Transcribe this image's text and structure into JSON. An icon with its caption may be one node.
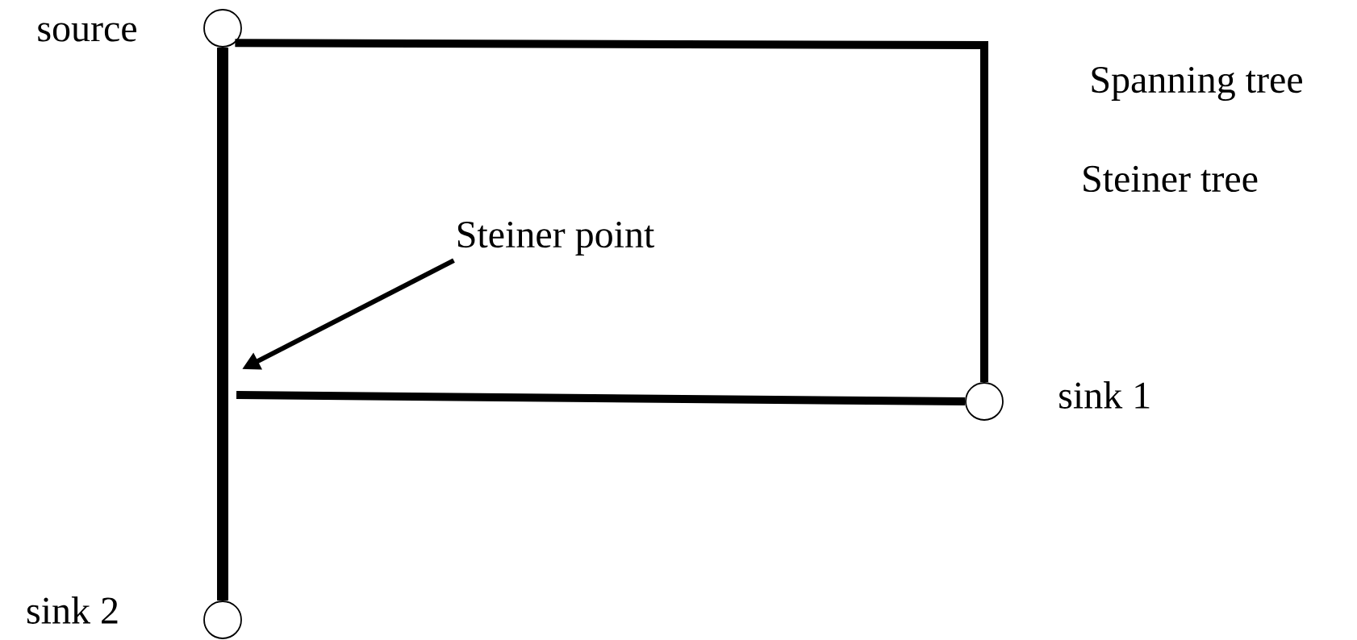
{
  "diagram": {
    "nodes": [
      {
        "text": [],
        "shape": "circle",
        "beside": [
          "source"
        ]
      },
      {
        "text": [],
        "shape": "circle",
        "beside": [
          "sink 1"
        ]
      },
      {
        "text": [],
        "shape": "circle",
        "beside": [
          "sink 2"
        ]
      },
      {
        "text": [
          "Steiner point"
        ]
      }
    ],
    "edges": [
      {
        "from": 0,
        "to": 1,
        "arrow": "none"
      },
      {
        "from": 0,
        "to": 2,
        "arrow": "none"
      },
      {
        "from": null,
        "to": 1,
        "arrow": "none"
      },
      {
        "from": 3,
        "to": null,
        "arrow": "to"
      }
    ],
    "labels": [
      "Spanning tree",
      "Steiner tree"
    ]
  }
}
